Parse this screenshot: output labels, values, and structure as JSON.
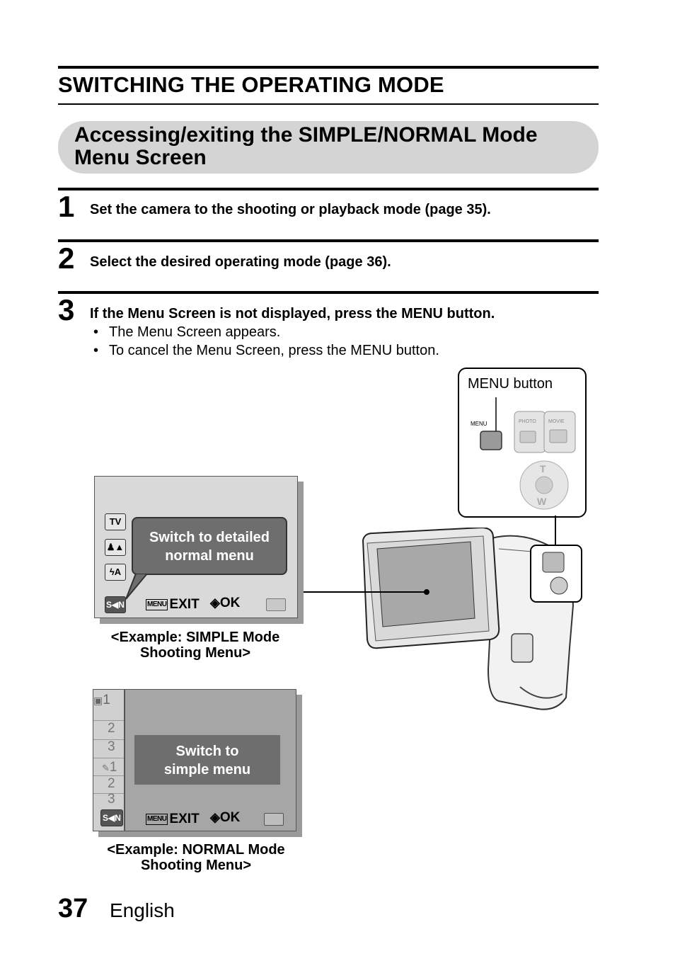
{
  "section_title": "SWITCHING THE OPERATING MODE",
  "subsection_title": "Accessing/exiting the SIMPLE/NORMAL Mode Menu Screen",
  "steps": [
    {
      "num": "1",
      "text": "Set the camera to the shooting or playback mode (page 35)."
    },
    {
      "num": "2",
      "text": "Select the desired operating mode (page 36)."
    },
    {
      "num": "3",
      "text": "If the Menu Screen is not displayed, press the MENU button.",
      "bullets": [
        "The Menu Screen appears.",
        "To cancel the Menu Screen, press the MENU button."
      ]
    }
  ],
  "callout_label": "MENU button",
  "camera_labels": {
    "menu": "MENU",
    "photo": "PHOTO",
    "movie": "MOVIE",
    "tele": "T",
    "wide": "W"
  },
  "simple_menu": {
    "icons": [
      "TV",
      "♟▲",
      "ϟA"
    ],
    "mode_icon": "S◀N",
    "bubble": "Switch to detailed normal menu",
    "exit": "EXIT",
    "ok": "OK",
    "menu_glyph": "MENU",
    "caption": "<Example: SIMPLE Mode Shooting Menu>"
  },
  "normal_menu": {
    "tabs": [
      "1",
      "2",
      "3",
      "1",
      "2",
      "3"
    ],
    "mode_icon": "S◀N",
    "bubble": "Switch to simple menu",
    "exit": "EXIT",
    "ok": "OK",
    "menu_glyph": "MENU",
    "caption": "<Example: NORMAL Mode Shooting Menu>"
  },
  "footer": {
    "page": "37",
    "language": "English"
  }
}
